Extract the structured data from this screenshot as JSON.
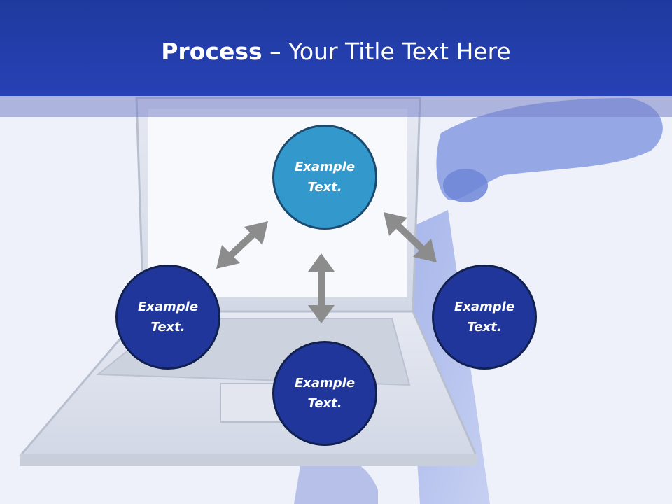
{
  "slide": {
    "title_bold": "Process",
    "title_rest": " – Your Title Text Here"
  },
  "nodes": {
    "top": "Example Text.",
    "left": "Example Text.",
    "right": "Example Text.",
    "bottom": "Example Text."
  },
  "colors": {
    "header": "#2741b6",
    "node_highlight": "#3399cc",
    "node": "#21369a",
    "arrow": "#8c8c8c"
  }
}
